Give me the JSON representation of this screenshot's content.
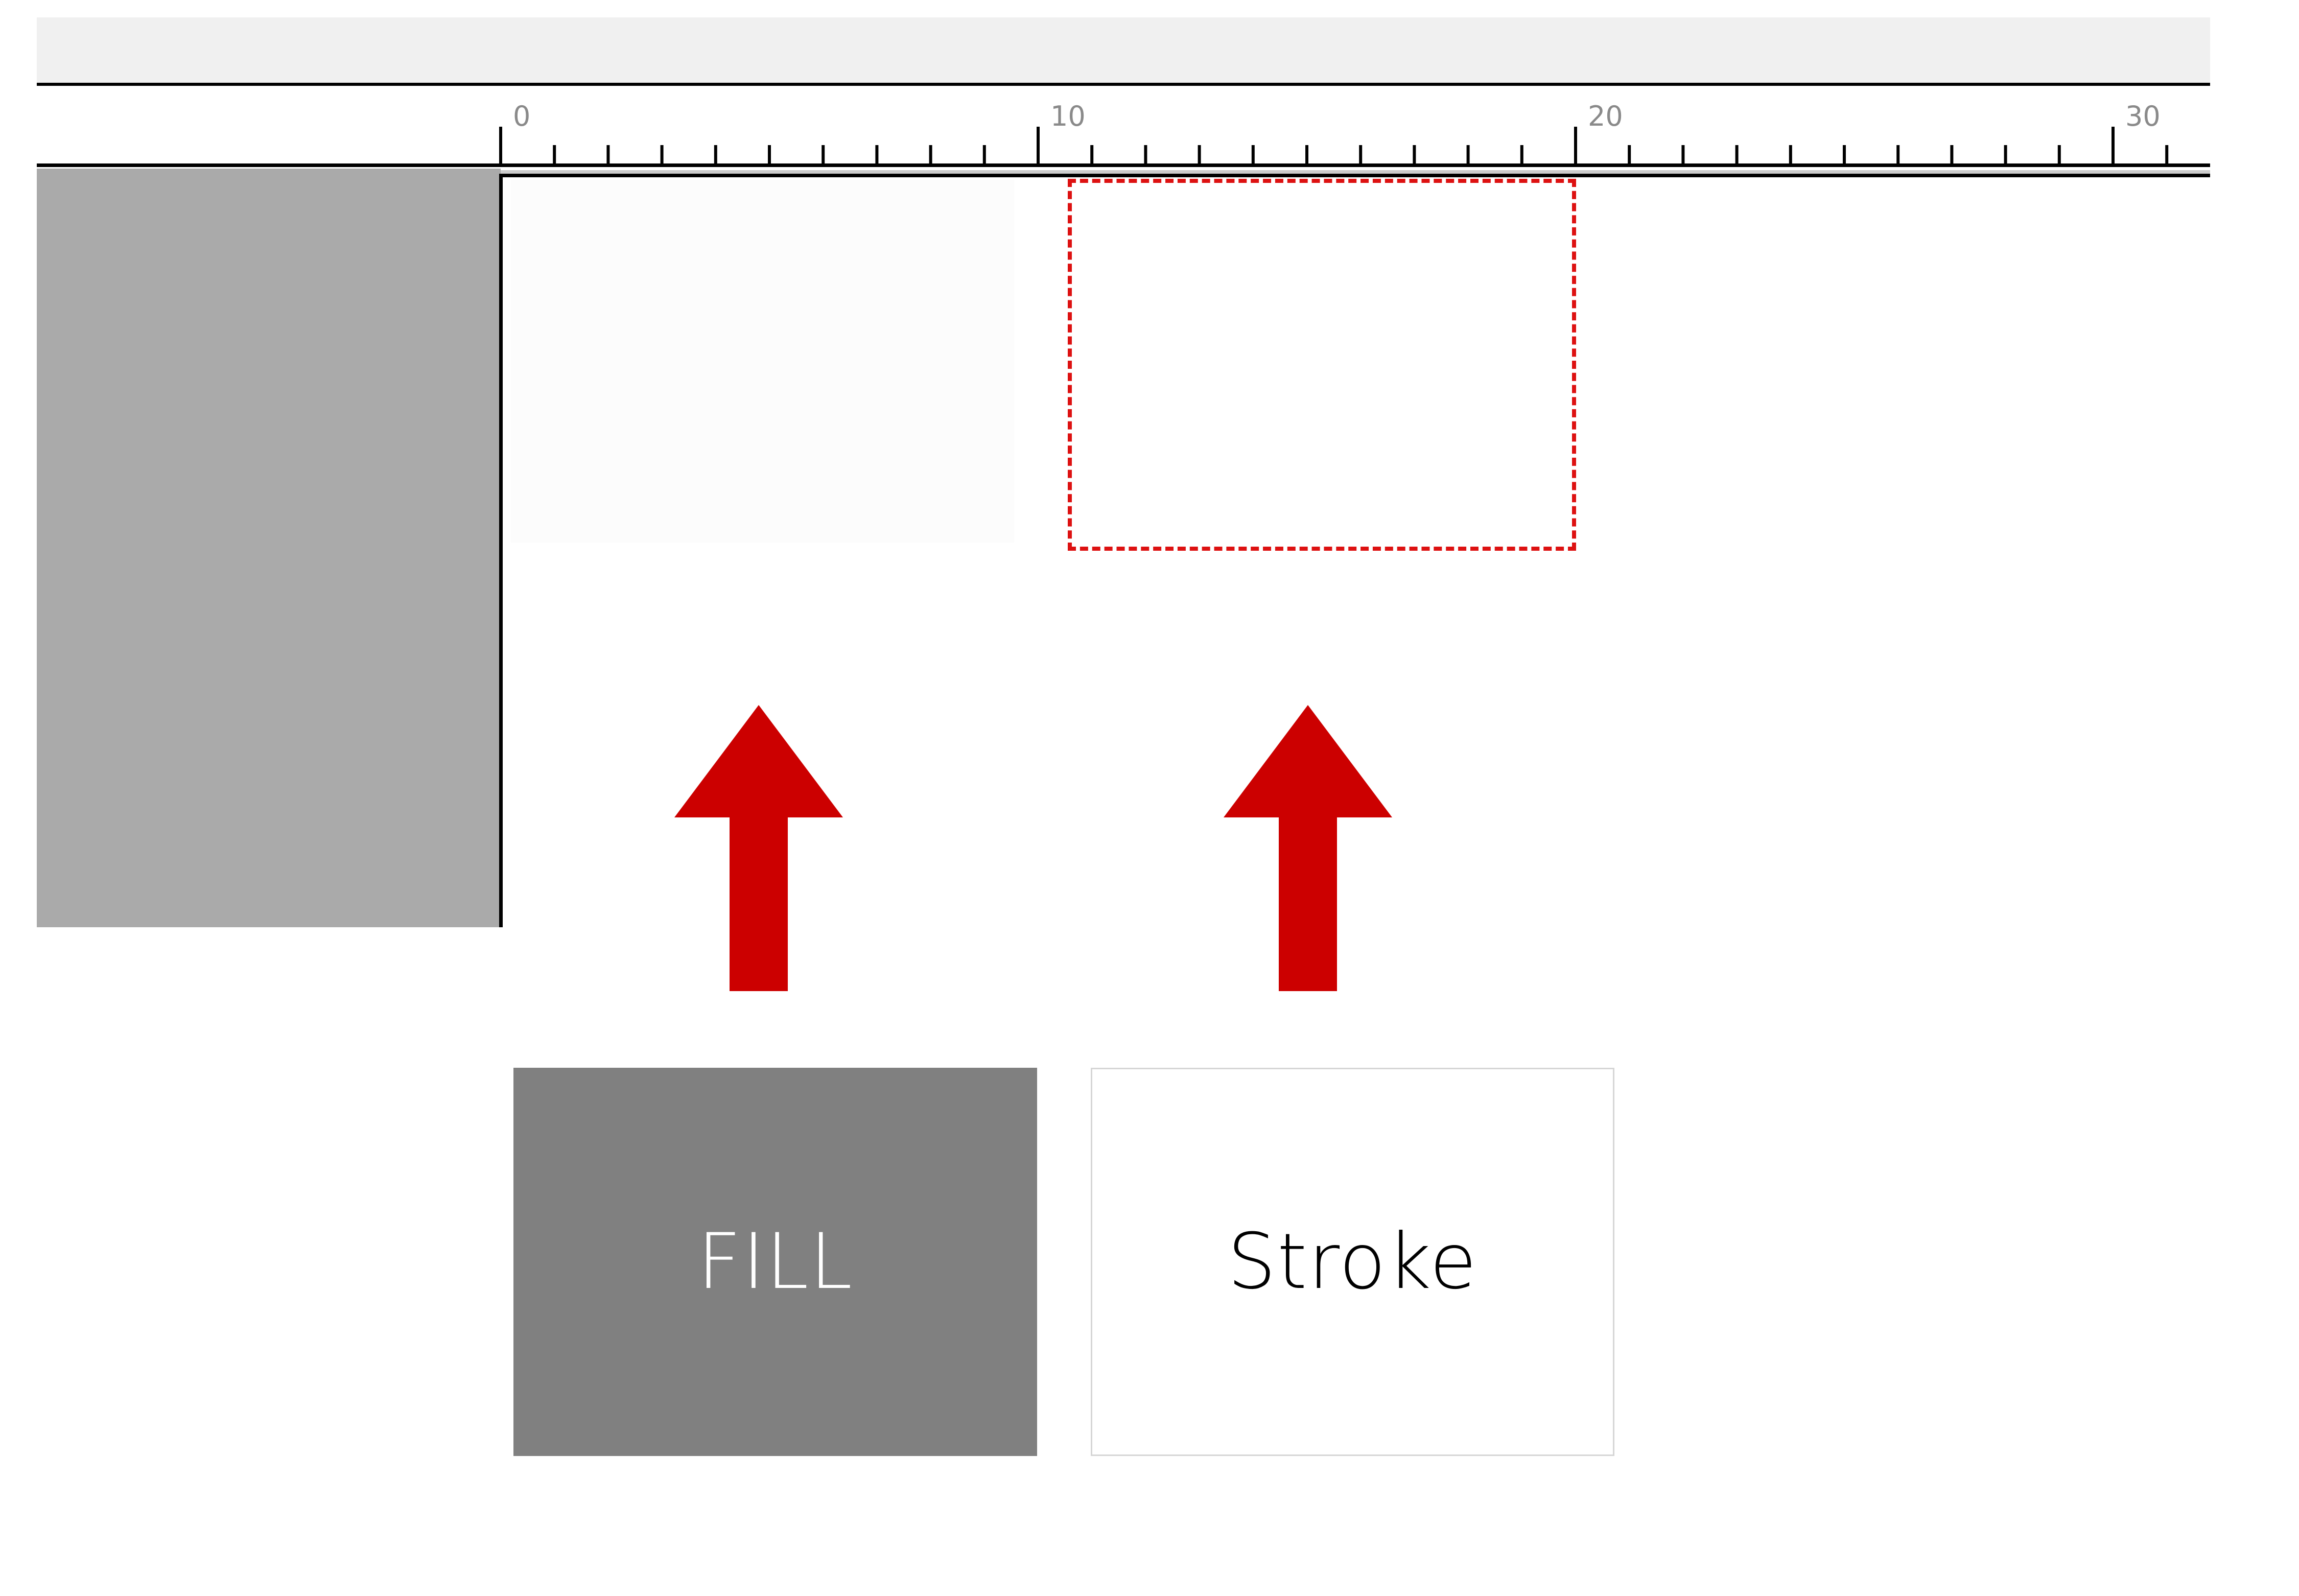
{
  "ruler": {
    "labels": [
      "0",
      "10",
      "20",
      "30"
    ]
  },
  "colors": {
    "toolbar_bg": "#f0f0f0",
    "panel_gray": "#aaaaaa",
    "accent_red": "#cc0000",
    "fill_swatch": "#808080",
    "stroke_swatch": "#ffffff",
    "stroke_dash": "#dd1111"
  },
  "icons": {
    "fill_arrow": "arrow-up-icon",
    "stroke_arrow": "arrow-up-icon"
  },
  "controls": {
    "fill_label": "FILL",
    "stroke_label": "Stroke"
  }
}
